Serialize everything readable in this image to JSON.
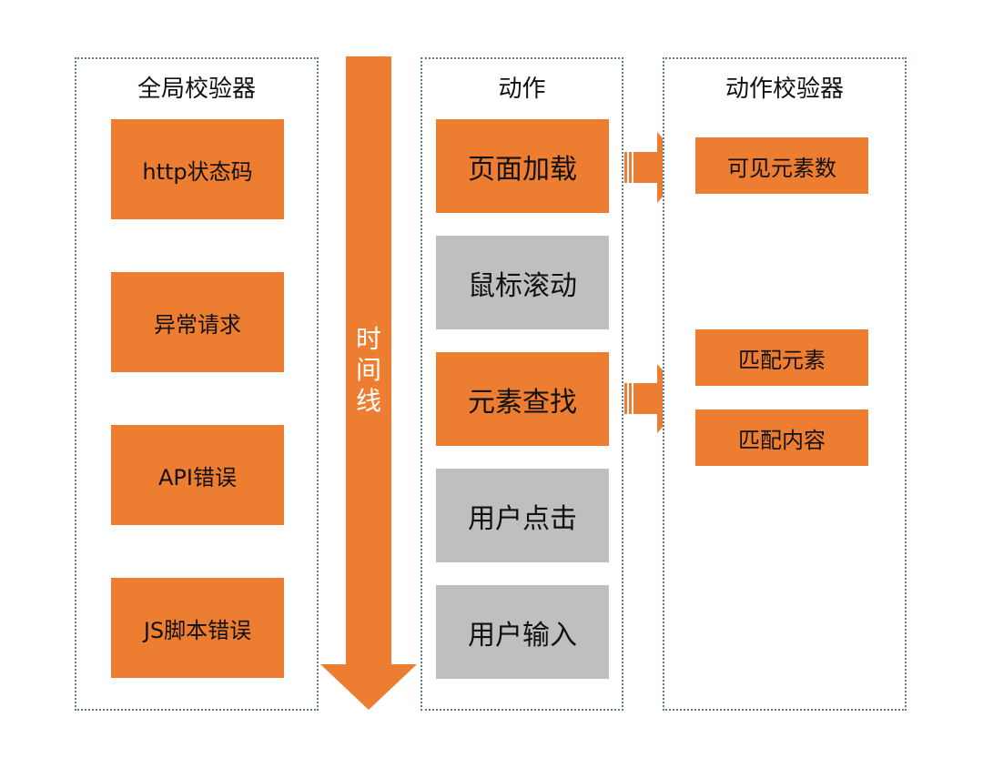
{
  "global_validators": {
    "title": "全局校验器",
    "items": [
      "http状态码",
      "异常请求",
      "API错误",
      "JS脚本错误"
    ]
  },
  "timeline": {
    "label": "时间线"
  },
  "actions": {
    "title": "动作",
    "items": [
      {
        "label": "页面加载",
        "state": "active"
      },
      {
        "label": "鼠标滚动",
        "state": "inactive"
      },
      {
        "label": "元素查找",
        "state": "active"
      },
      {
        "label": "用户点击",
        "state": "inactive"
      },
      {
        "label": "用户输入",
        "state": "inactive"
      }
    ]
  },
  "action_validators": {
    "title": "动作校验器",
    "items": [
      "可见元素数",
      "匹配元素",
      "匹配内容"
    ]
  },
  "colors": {
    "orange": "#ed7d31",
    "gray": "#bfbfbf",
    "border": "#5b7a99"
  }
}
